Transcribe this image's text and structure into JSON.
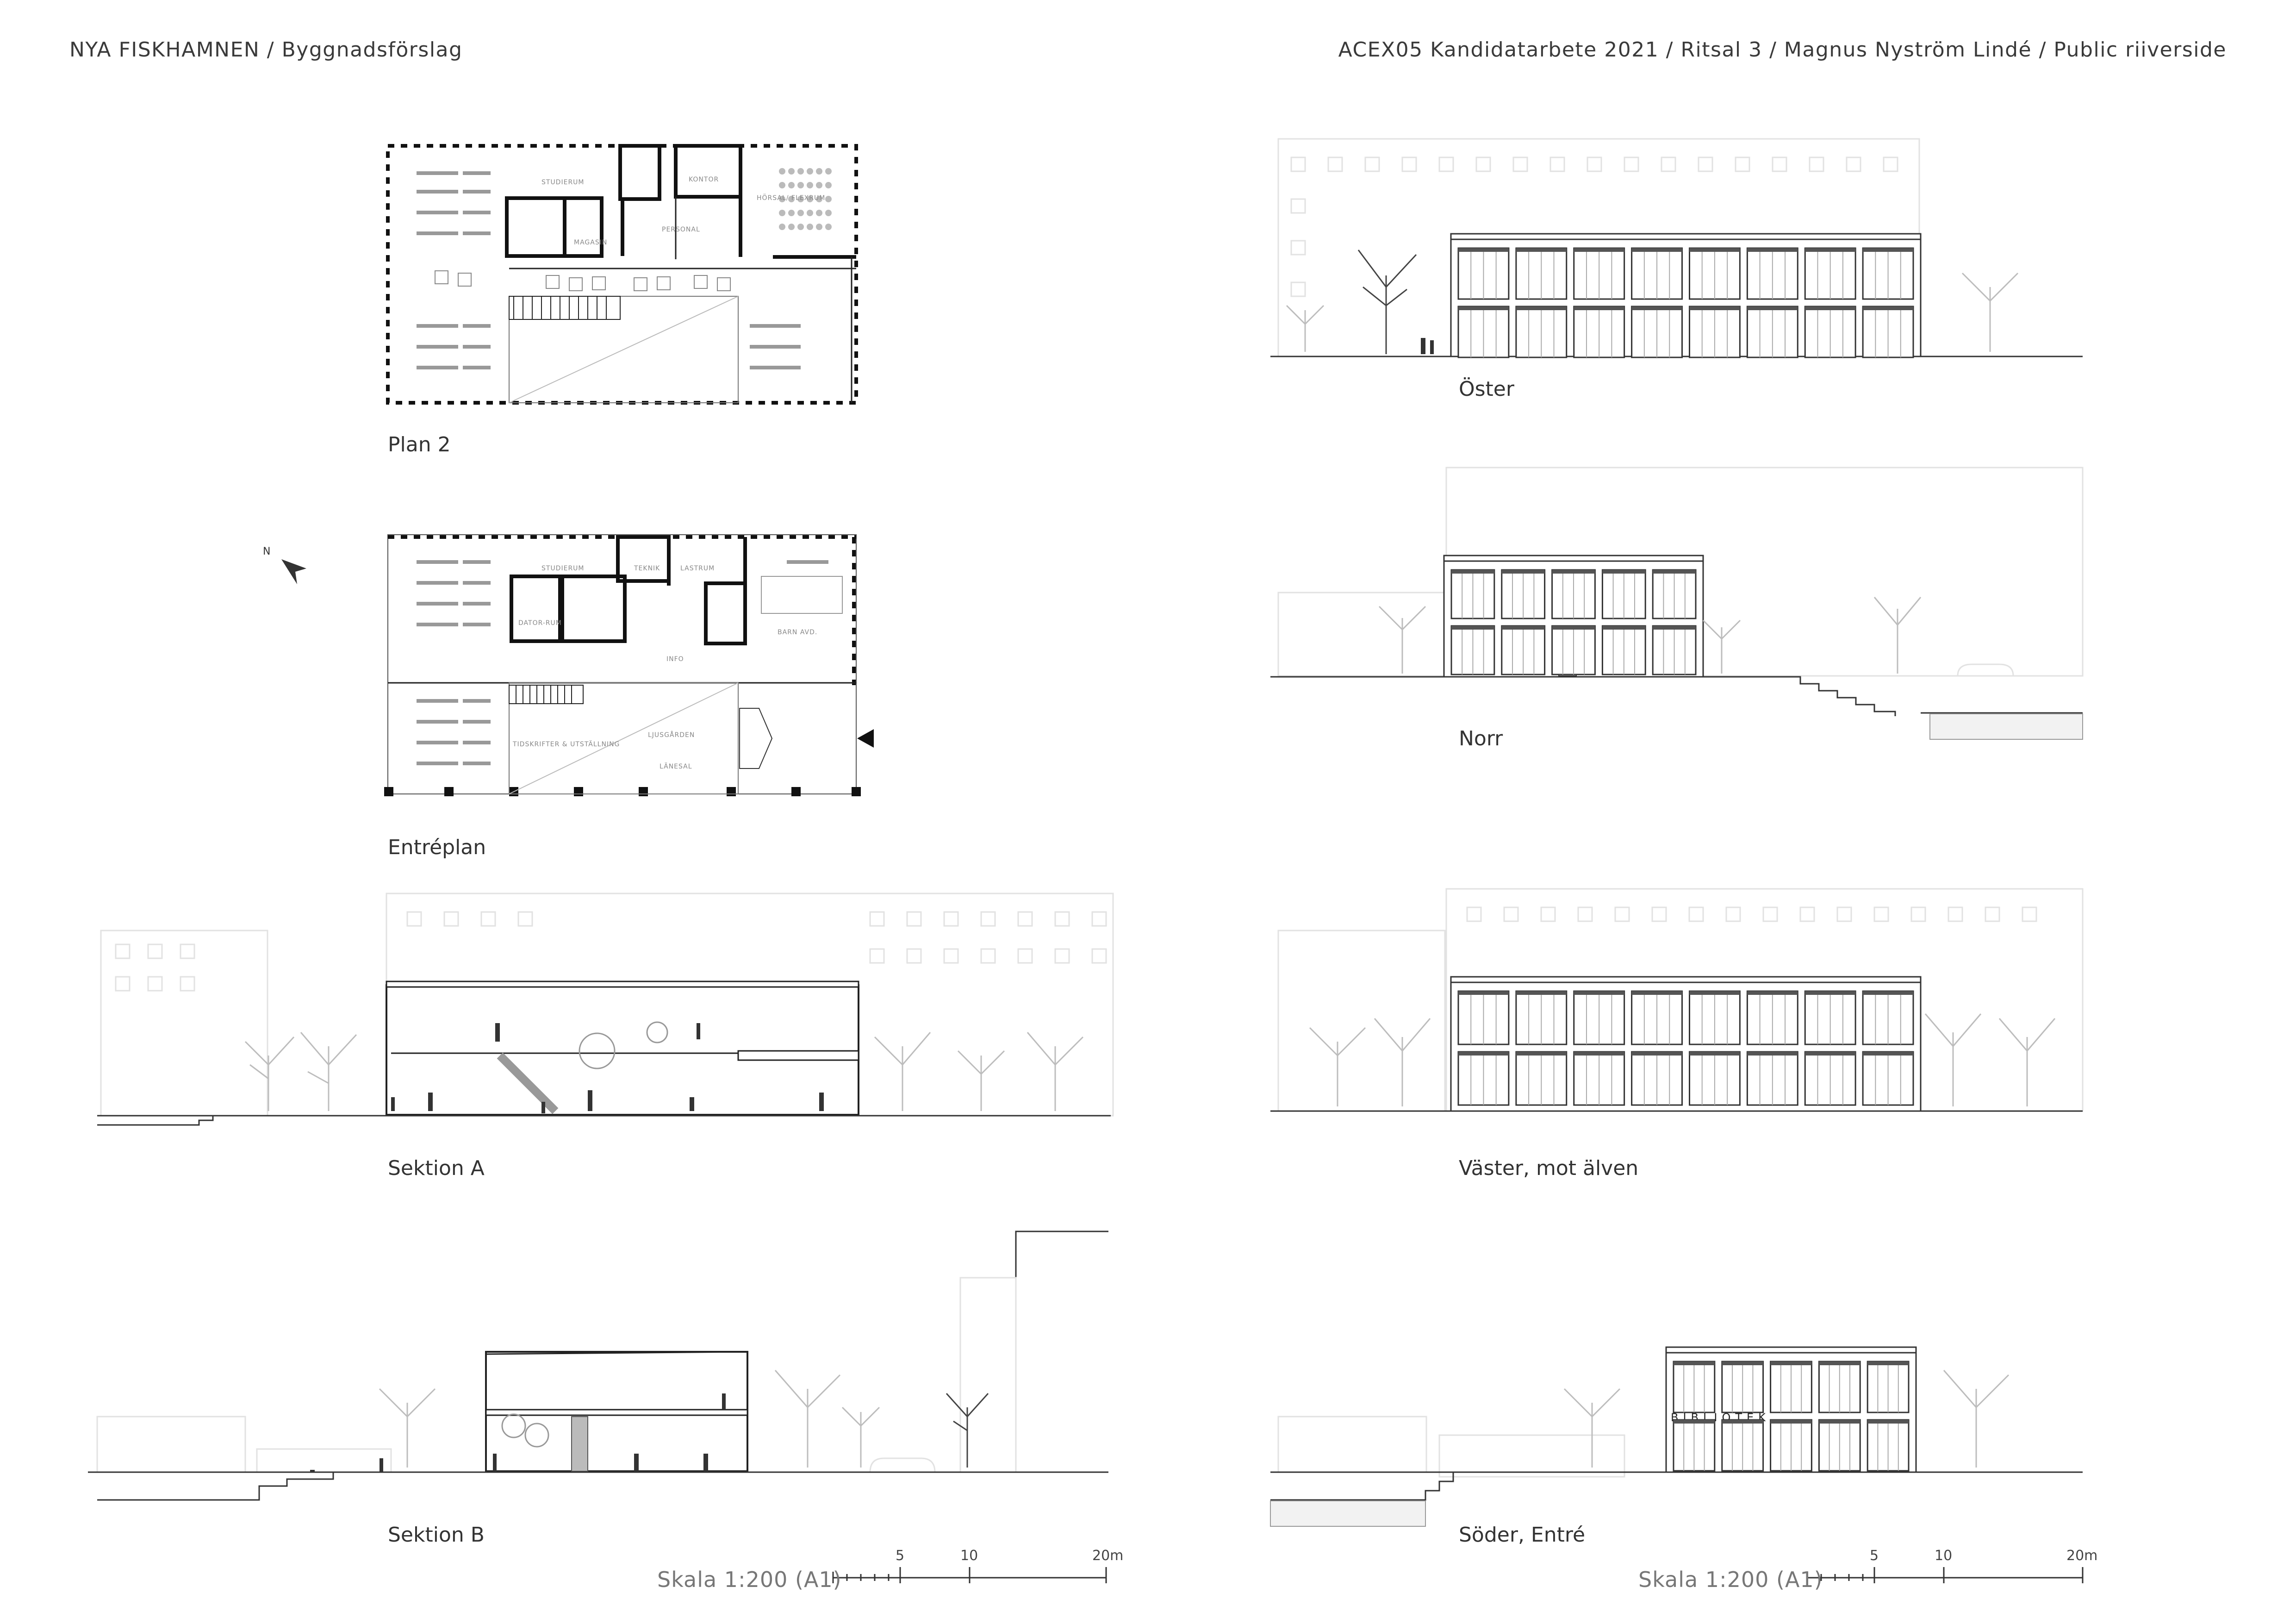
{
  "header": {
    "left": "NYA FISKHAMNEN / Byggnadsförslag",
    "right": "ACEX05 Kandidatarbete 2021 / Ritsal 3 / Magnus Nyström Lindé / Public riiverside"
  },
  "drawings": {
    "plan2": {
      "caption": "Plan 2",
      "rooms": [
        "STUDIERUM",
        "KONTOR",
        "HÖRSAL/ FLEXRUM",
        "MAGASIN",
        "PERSONAL"
      ]
    },
    "entreplan": {
      "caption": "Entréplan",
      "north_label": "N",
      "rooms": [
        "STUDIERUM",
        "TEKNIK",
        "LASTRUM",
        "DATOR-RUM",
        "INFO",
        "BARN AVD.",
        "TIDSKRIFTER & UTSTÄLLNING",
        "LJUSGÅRDEN",
        "LÄNESAL"
      ]
    },
    "sektion_a": {
      "caption": "Sektion A"
    },
    "sektion_b": {
      "caption": "Sektion B"
    },
    "oster": {
      "caption": "Öster"
    },
    "norr": {
      "caption": "Norr"
    },
    "vaster": {
      "caption": "Väster, mot älven"
    },
    "soder": {
      "caption": "Söder, Entré",
      "sign": "BIBLIOTEK"
    }
  },
  "scale_bars": [
    {
      "label": "Skala 1:200 (A1)",
      "ticks": [
        "5",
        "10",
        "20m"
      ]
    },
    {
      "label": "Skala 1:200 (A1)",
      "ticks": [
        "5",
        "10",
        "20m"
      ]
    }
  ]
}
